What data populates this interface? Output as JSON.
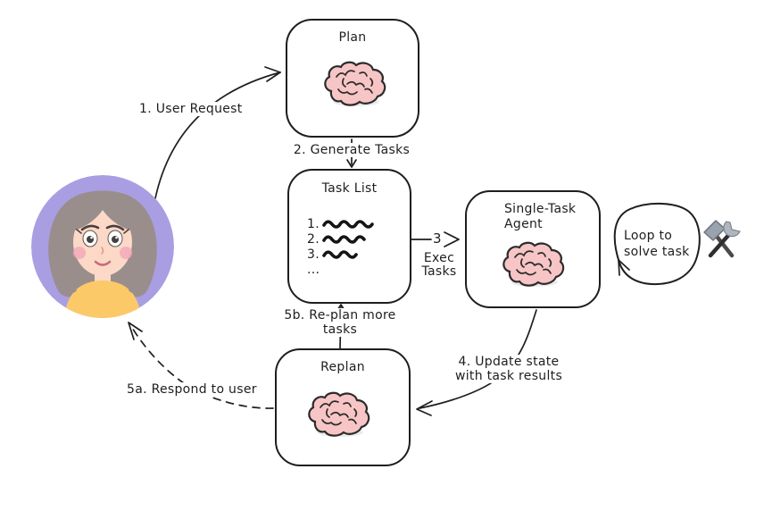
{
  "nodes": {
    "plan": {
      "title": "Plan"
    },
    "task_list": {
      "title": "Task List",
      "item_numbers": [
        "1.",
        "2.",
        "3."
      ],
      "ellipsis": "..."
    },
    "single_task_agent": {
      "title_line1": "Single-Task",
      "title_line2": "Agent"
    },
    "replan": {
      "title": "Replan"
    },
    "loop": {
      "label_line1": "Loop to",
      "label_line2": "solve task"
    }
  },
  "edges": {
    "user_request": {
      "label": "1. User Request"
    },
    "generate_tasks": {
      "label": "2. Generate Tasks"
    },
    "exec_tasks": {
      "number": "3",
      "label_line1": "Exec",
      "label_line2": "Tasks"
    },
    "update_state": {
      "label_line1": "4. Update state",
      "label_line2": "with task results"
    },
    "respond_to_user": {
      "label": "5a. Respond to user"
    },
    "replan_more": {
      "label_line1": "5b. Re-plan more",
      "label_line2": "tasks"
    }
  },
  "icons": {
    "brain": "brain-icon",
    "tools": "hammer-wrench-icon",
    "user": "woman-avatar"
  },
  "colors": {
    "background": "#ffffff",
    "stroke": "#1e1e1e",
    "brain_fill": "#f7c5c5",
    "avatar_bg": "#a99ee2",
    "avatar_hair": "#9a8e8c",
    "avatar_skin": "#fcd9c7",
    "avatar_shirt": "#fcc968",
    "avatar_cheek": "#f2a9b8"
  }
}
